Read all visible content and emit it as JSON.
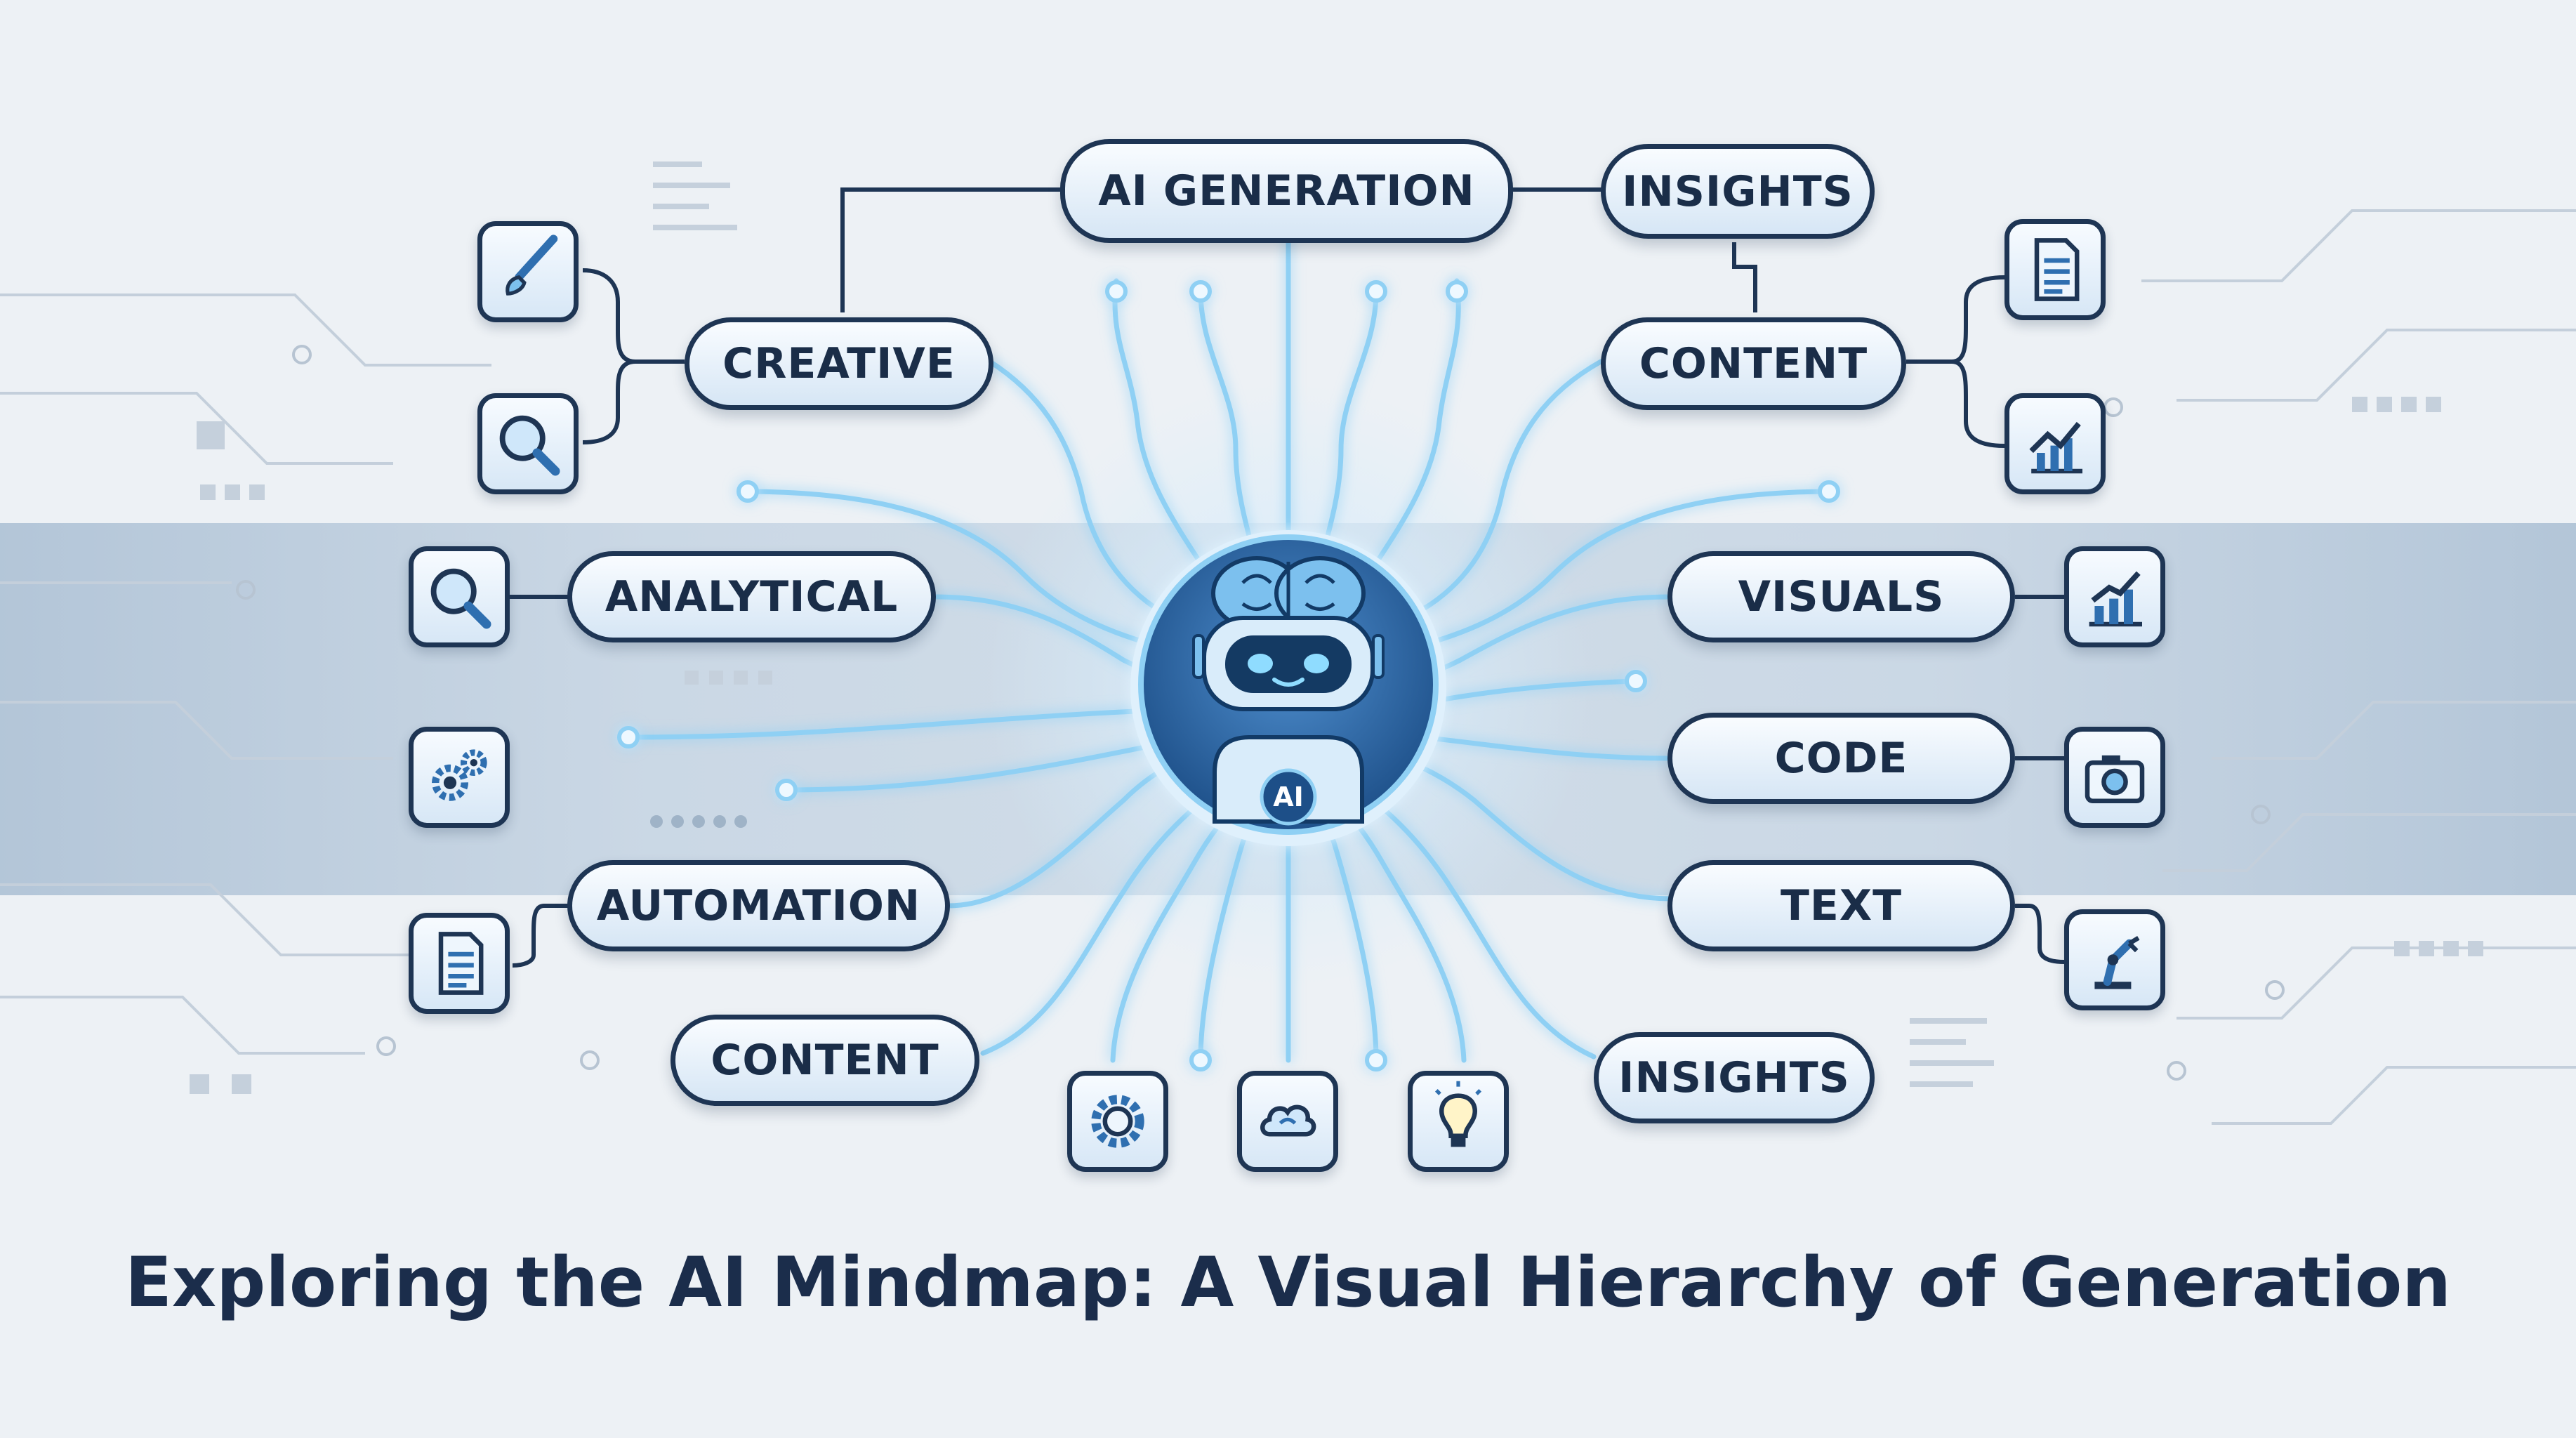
{
  "title": "Exploring the AI Mindmap: A Visual Hierarchy of Generation",
  "center": {
    "badge": "AI"
  },
  "nodes": {
    "ai_generation": "AI GENERATION",
    "insights_top": "INSIGHTS",
    "creative": "CREATIVE",
    "content_right": "CONTENT",
    "analytical": "ANALYTICAL",
    "visuals": "VISUALS",
    "code": "CODE",
    "automation": "AUTOMATION",
    "text": "TEXT",
    "content_left": "CONTENT",
    "insights_bottom": "INSIGHTS"
  },
  "icons": [
    "paintbrush-icon",
    "magnifier-icon",
    "magnifier-icon",
    "gears-icon",
    "document-icon",
    "document-icon",
    "line-chart-icon",
    "bar-chart-icon",
    "camera-icon",
    "robot-arm-icon",
    "gear-icon",
    "brain-cloud-icon",
    "lightbulb-icon"
  ],
  "colors": {
    "node_border": "#1e3554",
    "node_fill": "#e6f0fa",
    "glow": "#7fc4ee",
    "accent_blue": "#2f6fb0",
    "background": "#edf1f5"
  }
}
